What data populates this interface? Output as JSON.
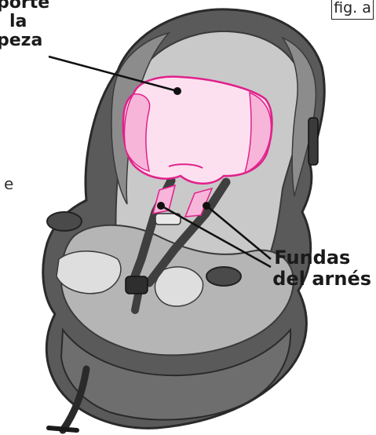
{
  "figure": {
    "fig_tag": "fig. a",
    "edge_text": "e"
  },
  "callouts": {
    "head_support": [
      "porte",
      "la",
      "peza"
    ],
    "harness_covers": [
      "Fundas",
      "del arnés"
    ]
  },
  "colors": {
    "seat_dark": "#5a5a5a",
    "seat_mid": "#8c8c8c",
    "seat_light": "#c9c9c9",
    "pad_pink": "#f7b6d9",
    "pad_pink_light": "#fde0ef",
    "pad_outline": "#e0218a"
  }
}
